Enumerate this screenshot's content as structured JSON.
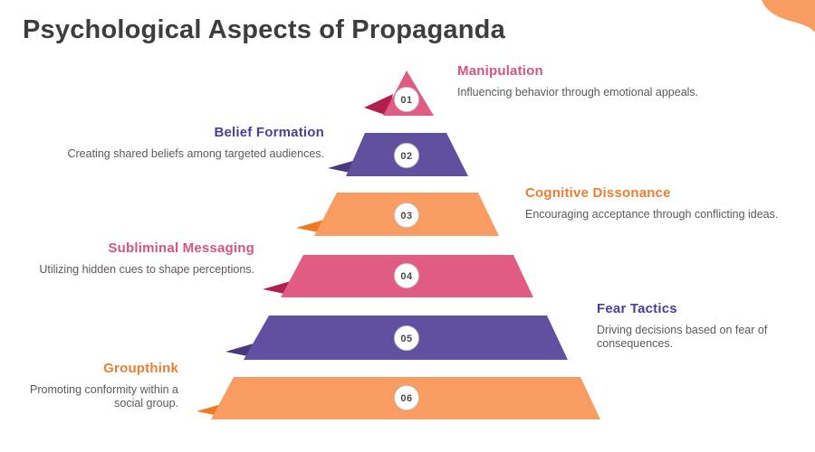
{
  "slide": {
    "title": "Psychological Aspects of Propaganda"
  },
  "colors": {
    "pink": "#e05c84",
    "pink_dark": "#b01f4e",
    "pink_text": "#d6557f",
    "purple": "#60509f",
    "purple_dark": "#483a7c",
    "purple_text": "#4e3d96",
    "orange": "#f89c62",
    "orange_dark": "#ee7b22",
    "orange_text": "#e87f35",
    "description_text": "#5a5a5a",
    "title_text": "#3d3d3d",
    "corner_accent": "#f89c62"
  },
  "pyramid": {
    "levels": [
      {
        "number": "01",
        "title": "Manipulation",
        "description": "Influencing behavior through emotional appeals."
      },
      {
        "number": "02",
        "title": "Belief Formation",
        "description": "Creating shared beliefs among targeted audiences."
      },
      {
        "number": "03",
        "title": "Cognitive Dissonance",
        "description": "Encouraging acceptance through conflicting ideas."
      },
      {
        "number": "04",
        "title": "Subliminal Messaging",
        "description": "Utilizing hidden cues to shape perceptions."
      },
      {
        "number": "05",
        "title": "Fear Tactics",
        "description": "Driving decisions based on fear of consequences."
      },
      {
        "number": "06",
        "title": "Groupthink",
        "description": "Promoting conformity within a social group."
      }
    ]
  }
}
